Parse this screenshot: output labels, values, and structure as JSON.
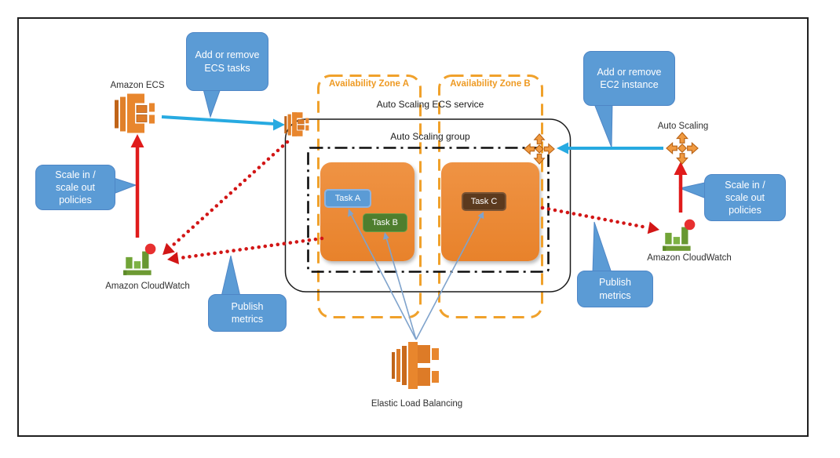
{
  "nodes": {
    "amazon_ecs": "Amazon ECS",
    "cloudwatch_left": "Amazon CloudWatch",
    "cloudwatch_right": "Amazon CloudWatch",
    "auto_scaling": "Auto Scaling",
    "elastic_load_balancing": "Elastic Load Balancing"
  },
  "zones": {
    "zone_a": "Availability Zone A",
    "zone_b": "Availability Zone B"
  },
  "groups": {
    "ecs_service": "Auto Scaling ECS service",
    "auto_scaling_group": "Auto Scaling group"
  },
  "tasks": {
    "task_a": "Task A",
    "task_b": "Task B",
    "task_c": "Task C"
  },
  "callouts": {
    "add_ecs_tasks": "Add or remove\nECS tasks",
    "add_ec2_instance": "Add or remove\nEC2 instance",
    "scale_policies_left": "Scale in /\nscale out\npolicies",
    "scale_policies_right": "Scale in /\nscale out\npolicies",
    "publish_metrics_left": "Publish\nmetrics",
    "publish_metrics_right": "Publish\nmetrics"
  },
  "colors": {
    "callout_blue": "#5b9bd5",
    "arrow_cyan": "#27aae1",
    "arrow_red": "#e01b1b",
    "dotted_red": "#d21616",
    "aws_orange": "#e8862d",
    "instance_orange": "#ed8a33",
    "zone_border_orange": "#f0a12b",
    "task_a_blue": "#5b9bd5",
    "task_b_green": "#4e7e2e",
    "task_c_brown": "#5c3a1e",
    "cloudwatch_green": "#71a437",
    "elb_line_blue": "#7fa3cc"
  }
}
